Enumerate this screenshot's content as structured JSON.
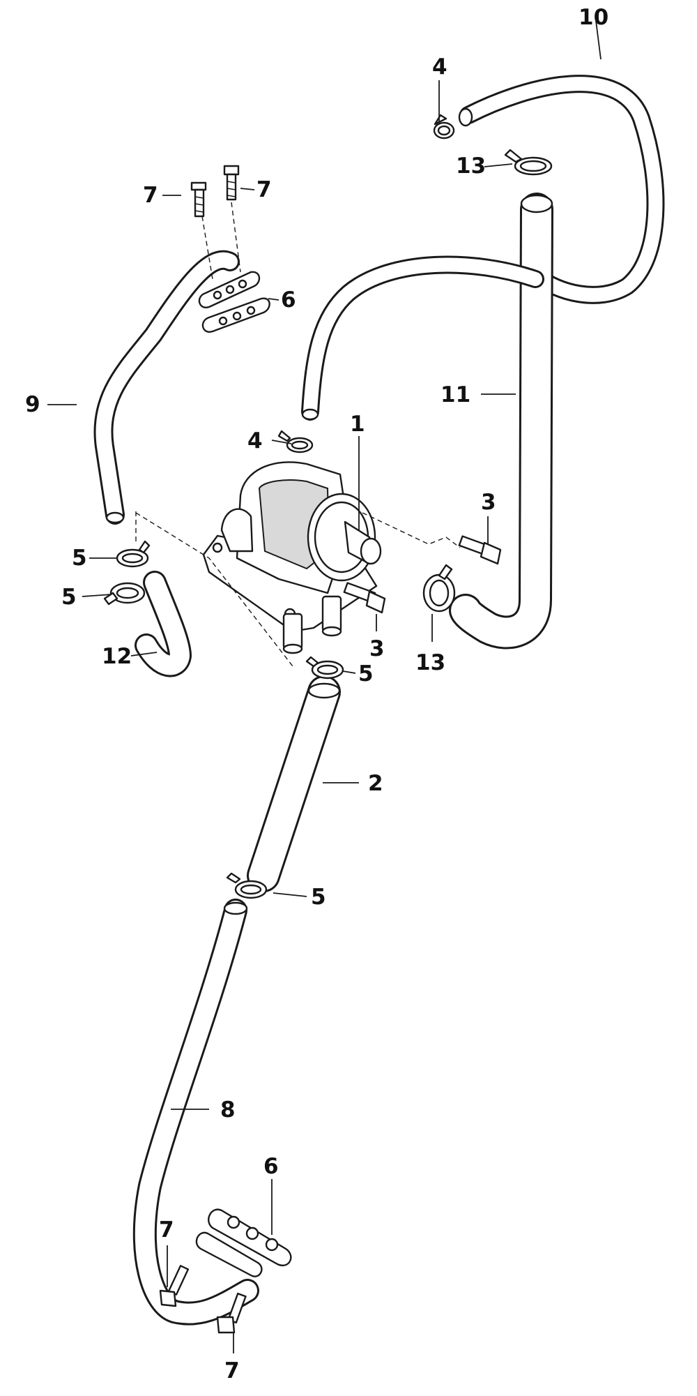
{
  "diagram": {
    "callouts": [
      {
        "id": "c1",
        "label": "1"
      },
      {
        "id": "c2",
        "label": "2"
      },
      {
        "id": "c3a",
        "label": "3"
      },
      {
        "id": "c3b",
        "label": "3"
      },
      {
        "id": "c4a",
        "label": "4"
      },
      {
        "id": "c4b",
        "label": "4"
      },
      {
        "id": "c5a",
        "label": "5"
      },
      {
        "id": "c5b",
        "label": "5"
      },
      {
        "id": "c5c",
        "label": "5"
      },
      {
        "id": "c5d",
        "label": "5"
      },
      {
        "id": "c6a",
        "label": "6"
      },
      {
        "id": "c6b",
        "label": "6"
      },
      {
        "id": "c7a",
        "label": "7"
      },
      {
        "id": "c7b",
        "label": "7"
      },
      {
        "id": "c7c",
        "label": "7"
      },
      {
        "id": "c7d",
        "label": "7"
      },
      {
        "id": "c8",
        "label": "8"
      },
      {
        "id": "c9",
        "label": "9"
      },
      {
        "id": "c10",
        "label": "10"
      },
      {
        "id": "c11",
        "label": "11"
      },
      {
        "id": "c12",
        "label": "12"
      },
      {
        "id": "c13a",
        "label": "13"
      },
      {
        "id": "c13b",
        "label": "13"
      }
    ]
  }
}
